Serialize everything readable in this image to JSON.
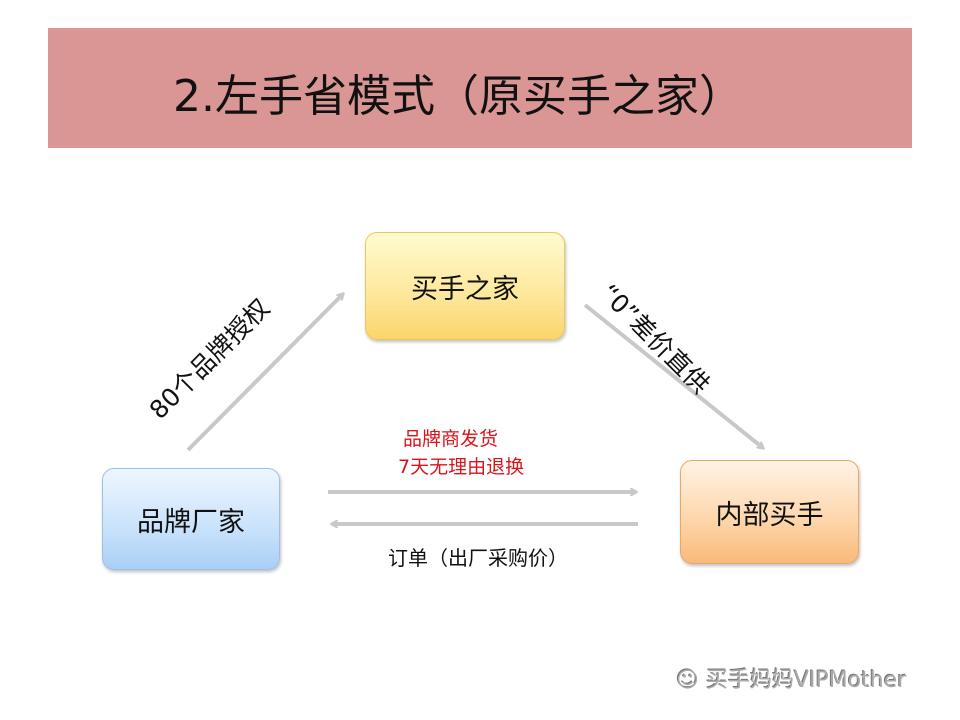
{
  "title": "2.左手省模式（原买手之家）",
  "nodes": {
    "top": "买手之家",
    "left": "品牌厂家",
    "right": "内部买手"
  },
  "edges": {
    "left_to_top": "80个品牌授权",
    "top_to_right": "“0”差价直供",
    "left_to_right_line1": "品牌商发货",
    "left_to_right_line2": "7天无理由退换",
    "right_to_left": "订单（出厂采购价）"
  },
  "watermark": "买手妈妈VIPMother",
  "colors": {
    "title_bg": "#d99694",
    "accent_red": "#d9141b",
    "arrow": "#c8c8c8"
  }
}
